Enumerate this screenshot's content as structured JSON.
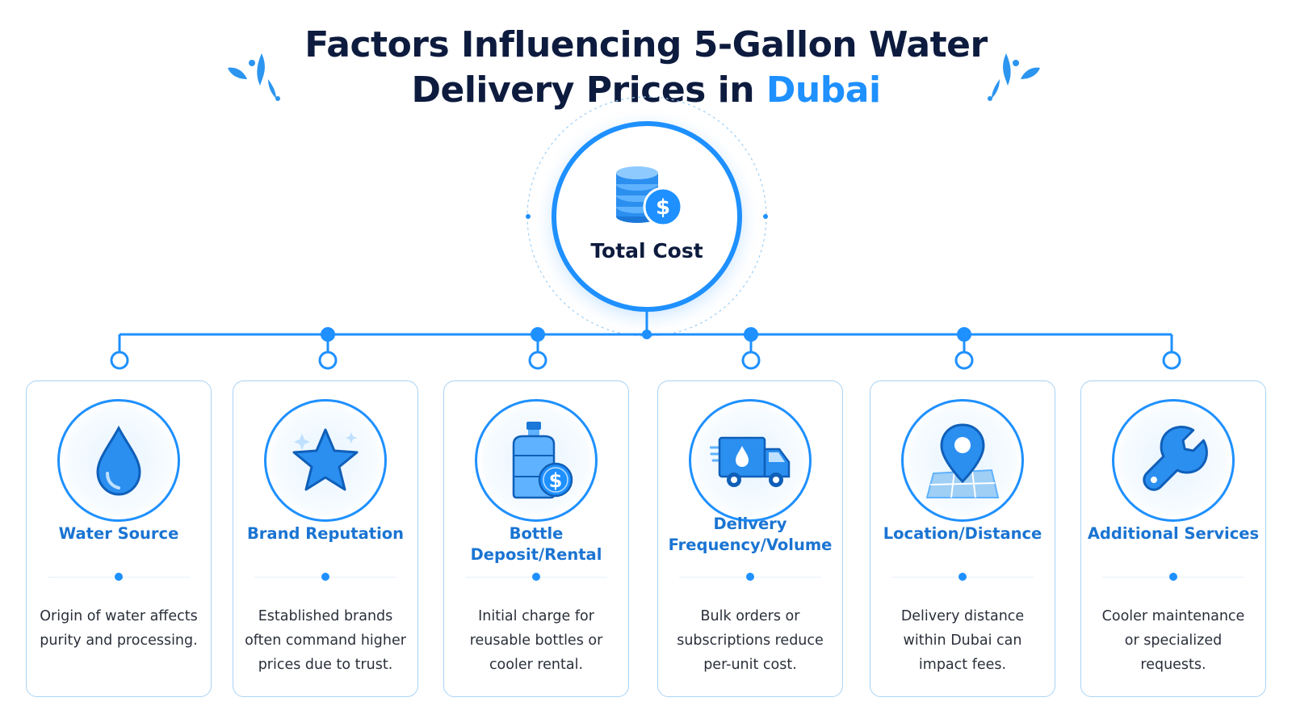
{
  "title": {
    "line1": "Factors Influencing 5-Gallon Water",
    "line2_prefix": "Delivery Prices in ",
    "line2_highlight": "Dubai"
  },
  "center": {
    "label": "Total Cost",
    "icon": "coins-dollar-icon"
  },
  "factors": [
    {
      "title": "Water Source",
      "icon": "water-drop-icon",
      "description": "Origin of water affects purity and processing."
    },
    {
      "title": "Brand Reputation",
      "icon": "star-icon",
      "description": "Established brands often command higher prices due to trust."
    },
    {
      "title": "Bottle Deposit/Rental",
      "icon": "water-bottle-dollar-icon",
      "description": "Initial charge for reusable bottles or cooler rental."
    },
    {
      "title": "Delivery Frequency/Volume",
      "icon": "delivery-truck-icon",
      "description": "Bulk orders or subscriptions reduce per-unit cost."
    },
    {
      "title": "Location/Distance",
      "icon": "map-pin-icon",
      "description": "Delivery distance within Dubai can impact fees."
    },
    {
      "title": "Additional Services",
      "icon": "wrench-icon",
      "description": "Cooler maintenance or specialized requests."
    }
  ],
  "colors": {
    "accent": "#1e90ff",
    "title": "#0d1b3e",
    "card_title": "#1a74d2",
    "card_border": "#a9d3f5"
  }
}
